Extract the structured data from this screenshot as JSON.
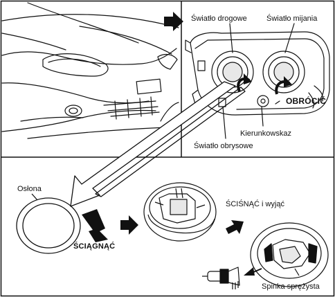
{
  "figure": {
    "labels": {
      "high_beam": "Światło drogowe",
      "low_beam": "Światło mijania",
      "turn_ccw": "OBRÓCIĆ",
      "turn_signal": "Kierunkowskaz",
      "side_light": "Światło obrysowe",
      "cover": "Osłona",
      "pull_off": "ŚCIĄGNĄĆ",
      "squeeze_remove": "ŚCIŚNĄĆ i wyjąć",
      "spring_clip": "Spinka sprężysta"
    },
    "colors": {
      "line": "#111111",
      "fill": "#ffffff",
      "lens": "#e8e8e8",
      "arrow": "#111111"
    },
    "icons": [
      "direction-arrow-icon",
      "rotate-arrow-icon",
      "bulb-icon"
    ]
  }
}
